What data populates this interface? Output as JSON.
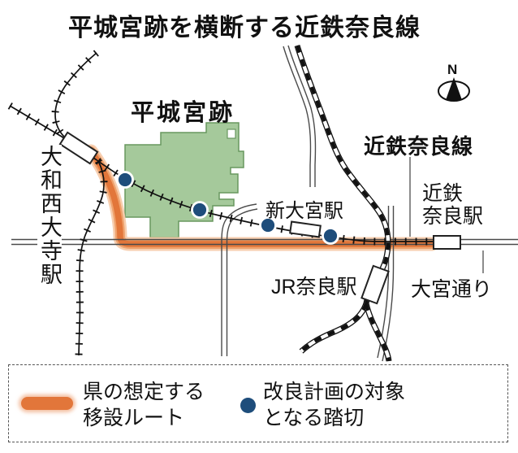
{
  "title": "平城宮跡を横断する近鉄奈良線",
  "compass": {
    "north_label": "N"
  },
  "map": {
    "palace_label": "平城宮跡",
    "kintetsu_line_label": "近鉄奈良線",
    "stations": {
      "yamato_saidaiji": "大和西大寺駅",
      "shin_omiya": "新大宮駅",
      "kintetsu_nara_line1": "近鉄",
      "kintetsu_nara_line2": "奈良駅",
      "jr_nara": "JR奈良駅"
    },
    "road_label": "大宮通り"
  },
  "legend": {
    "route_line1": "県の想定する",
    "route_line2": "移設ルート",
    "crossing_line1": "改良計画の対象",
    "crossing_line2": "となる踏切"
  },
  "colors": {
    "route_orange": "#e2763a",
    "palace_green": "#a5c99b",
    "palace_border": "#68975f",
    "crossing_blue": "#1e4d7b"
  }
}
